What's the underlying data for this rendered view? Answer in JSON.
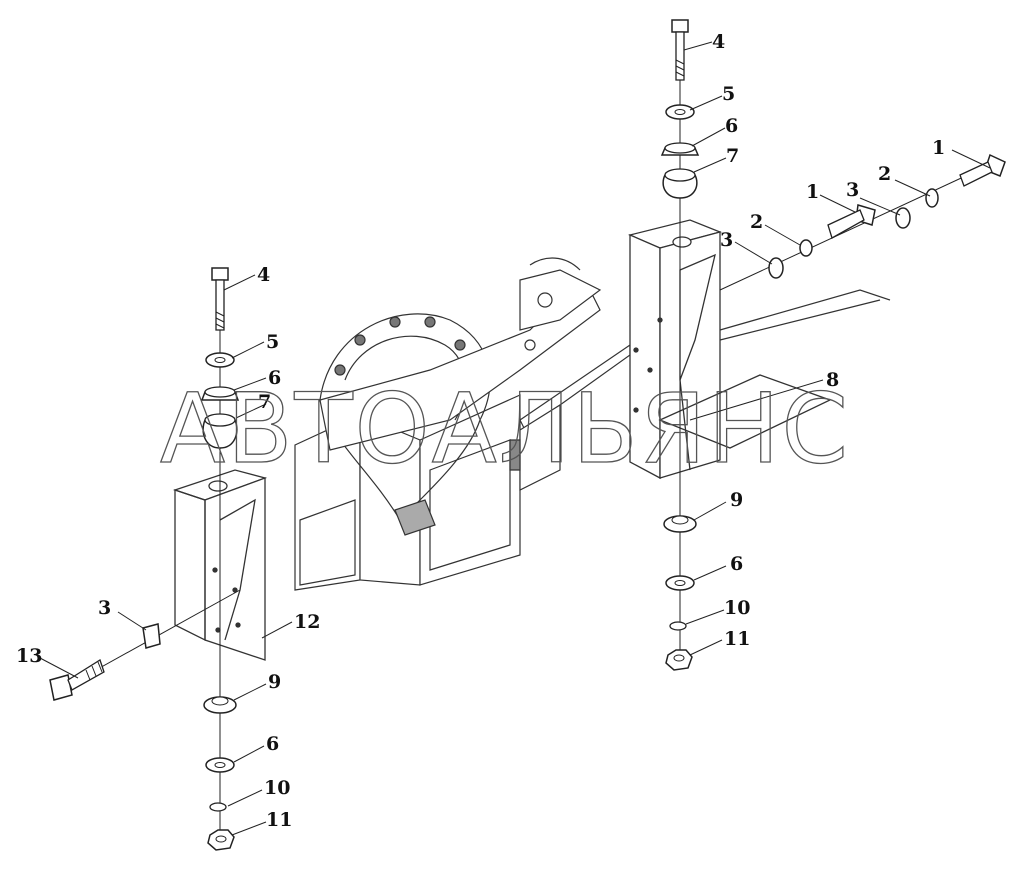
{
  "watermark": "АВТОАЛЬЯНС",
  "callouts": {
    "c_r1a": "1",
    "c_r1b": "1",
    "c_r2a": "2",
    "c_r2b": "2",
    "c_r3a": "3",
    "c_r3b": "3",
    "c_r4": "4",
    "c_r5": "5",
    "c_r6": "6",
    "c_r7": "7",
    "c_r8": "8",
    "c_r9": "9",
    "c_r6b": "6",
    "c_r10": "10",
    "c_r11": "11",
    "c_l4": "4",
    "c_l5": "5",
    "c_l6": "6",
    "c_l7": "7",
    "c_l3": "3",
    "c_l12": "12",
    "c_l13": "13",
    "c_l9": "9",
    "c_l6b": "6",
    "c_l10": "10",
    "c_l11": "11"
  }
}
